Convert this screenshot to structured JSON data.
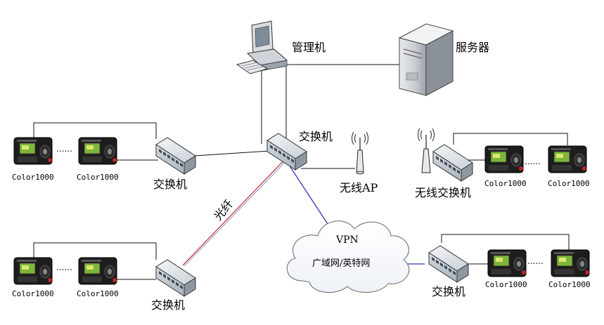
{
  "labels": {
    "admin_pc": "管理机",
    "server": "服务器",
    "core_switch": "交换机",
    "left_top_switch": "交换机",
    "left_bottom_switch": "交换机",
    "wireless_ap": "无线AP",
    "wireless_switch": "无线交换机",
    "fiber": "光纤",
    "vpn": "VPN",
    "wan": "广域网/英特网",
    "vpn_switch": "交换机"
  },
  "devices": {
    "left_top": [
      "Color1000",
      "Color1000"
    ],
    "left_bottom": [
      "Color1000",
      "Color1000"
    ],
    "right_top": [
      "Color1000",
      "Color1000"
    ],
    "right_bottom": [
      "Color1000",
      "Color1000"
    ]
  },
  "ellipsis": "......",
  "colors": {
    "background": "#ffffff",
    "cable": "#000000",
    "fiber": "#cc3b3b",
    "vpn_link": "#2b3aa8",
    "device_body": "#1d1d1d",
    "screen": "#7cb53a"
  }
}
